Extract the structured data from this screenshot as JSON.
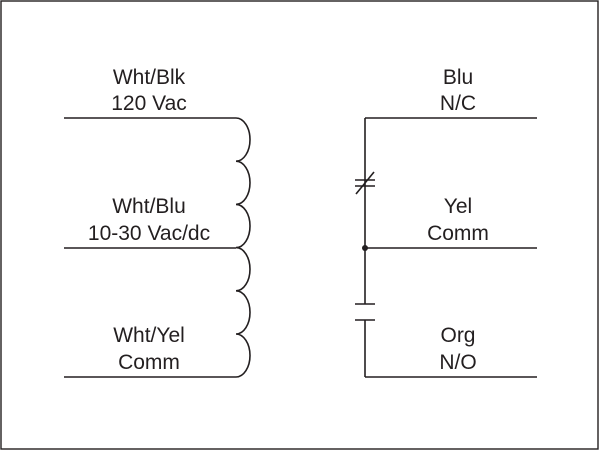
{
  "coil_taps": [
    {
      "color": "Wht/Blk",
      "rating": "120 Vac"
    },
    {
      "color": "Wht/Blu",
      "rating": "10-30 Vac/dc"
    },
    {
      "color": "Wht/Yel",
      "rating": "Comm"
    }
  ],
  "contacts": [
    {
      "color": "Blu",
      "function": "N/C"
    },
    {
      "color": "Yel",
      "function": "Comm"
    },
    {
      "color": "Org",
      "function": "N/O"
    }
  ]
}
